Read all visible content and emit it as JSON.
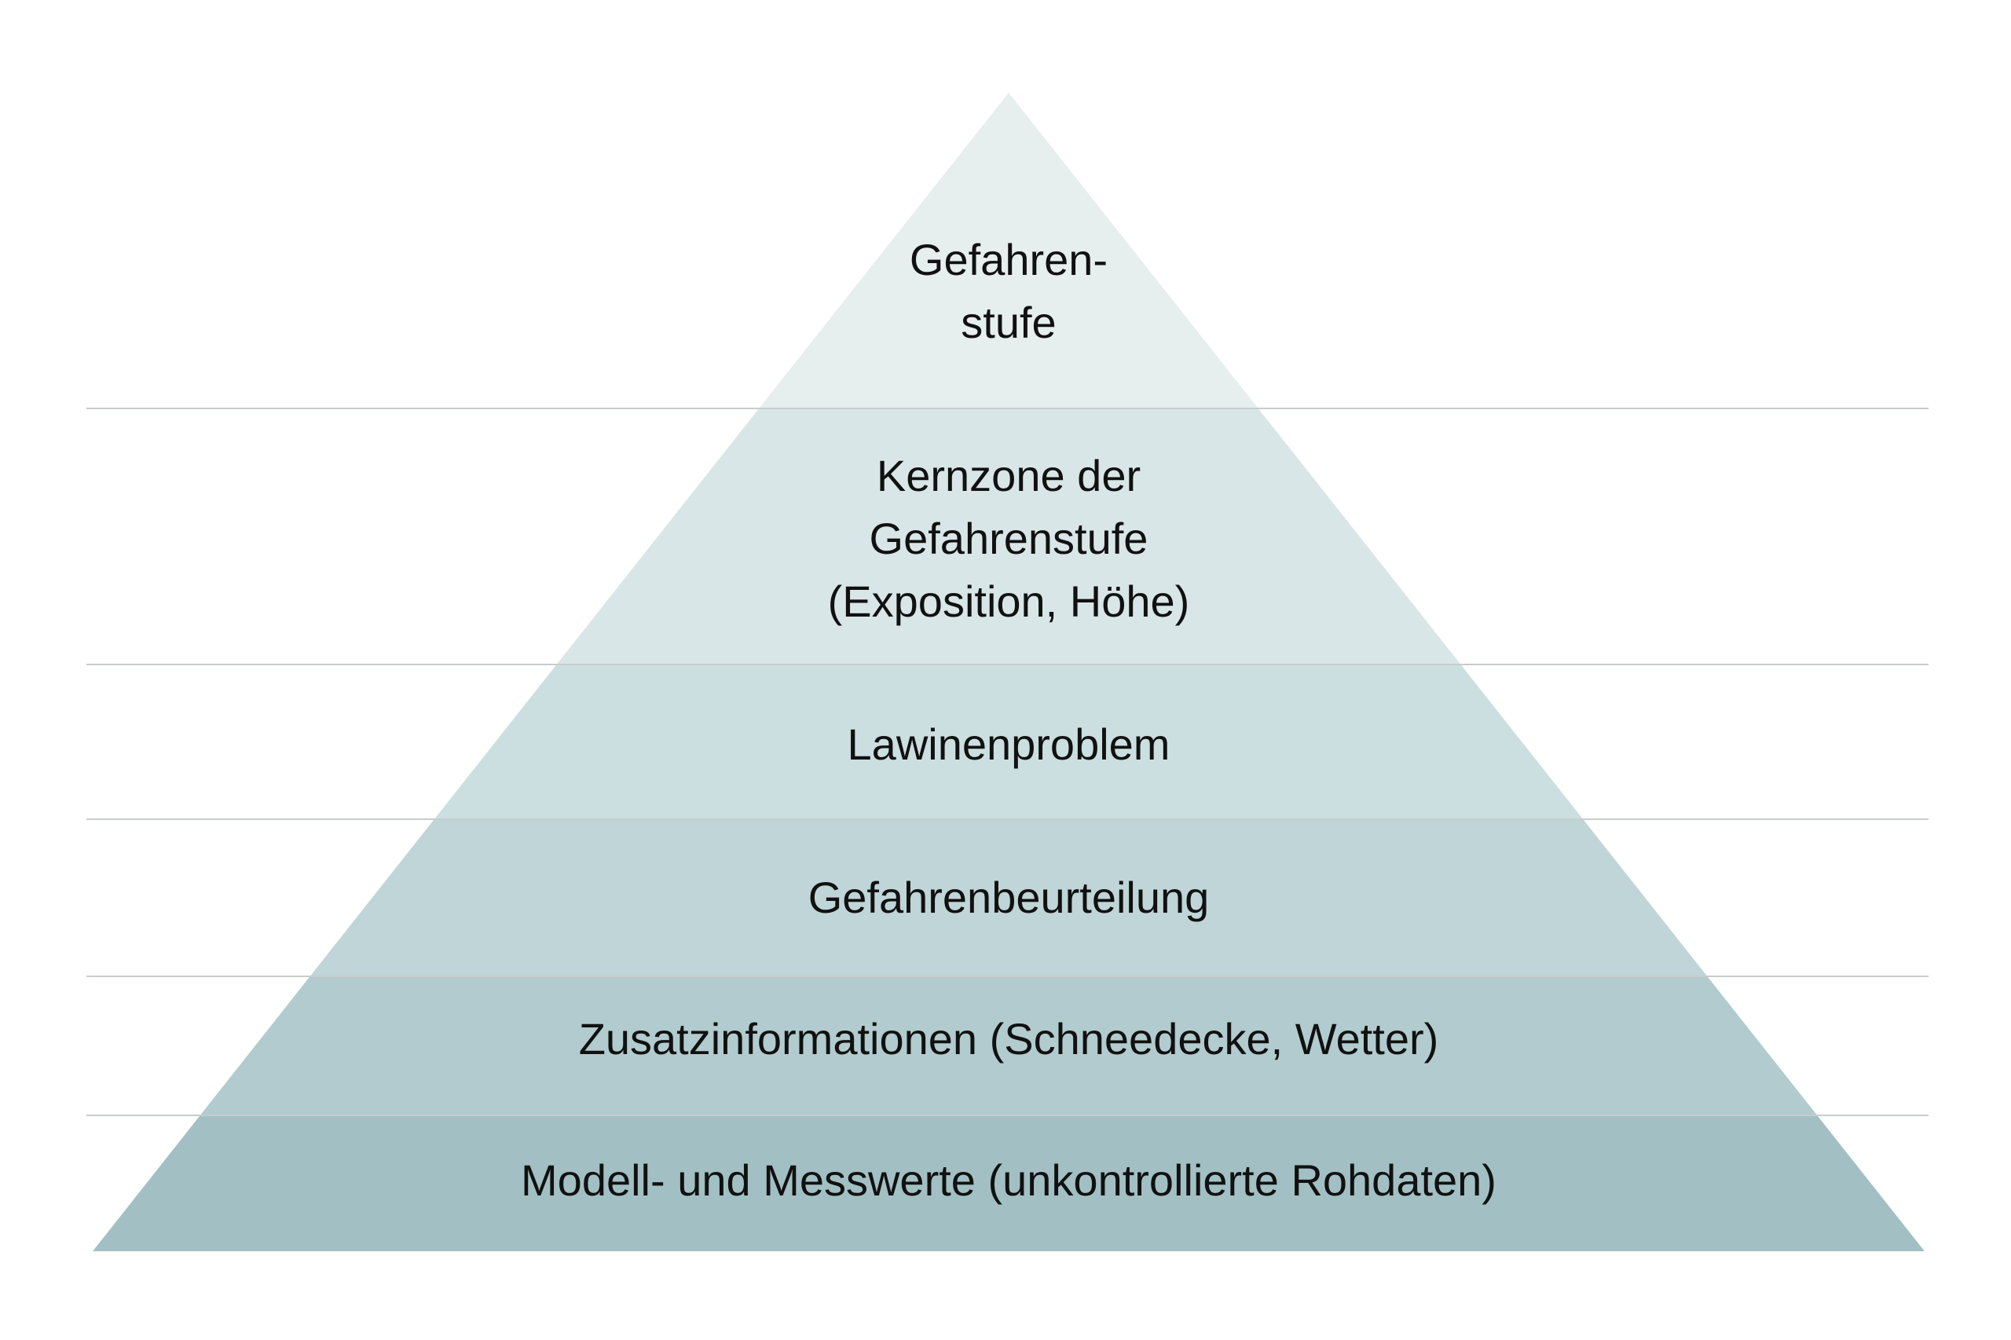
{
  "diagram": {
    "type": "pyramid",
    "levels": [
      {
        "lines": [
          "Gefahren-",
          "stufe"
        ],
        "color": "#e6eeee"
      },
      {
        "lines": [
          "Kernzone der",
          "Gefahrenstufe",
          "(Exposition, Höhe)"
        ],
        "color": "#d9e6e7"
      },
      {
        "lines": [
          "Lawinenproblem"
        ],
        "color": "#ccdfe0"
      },
      {
        "lines": [
          "Gefahrenbeurteilung"
        ],
        "color": "#bfd5d7"
      },
      {
        "lines": [
          "Zusatzinformationen (Schneedecke, Wetter)"
        ],
        "color": "#b1cbce"
      },
      {
        "lines": [
          "Modell- und Messwerte (unkontrollierte Rohdaten)"
        ],
        "color": "#a2c0c3"
      }
    ],
    "divider_color": "#c8cccc"
  }
}
